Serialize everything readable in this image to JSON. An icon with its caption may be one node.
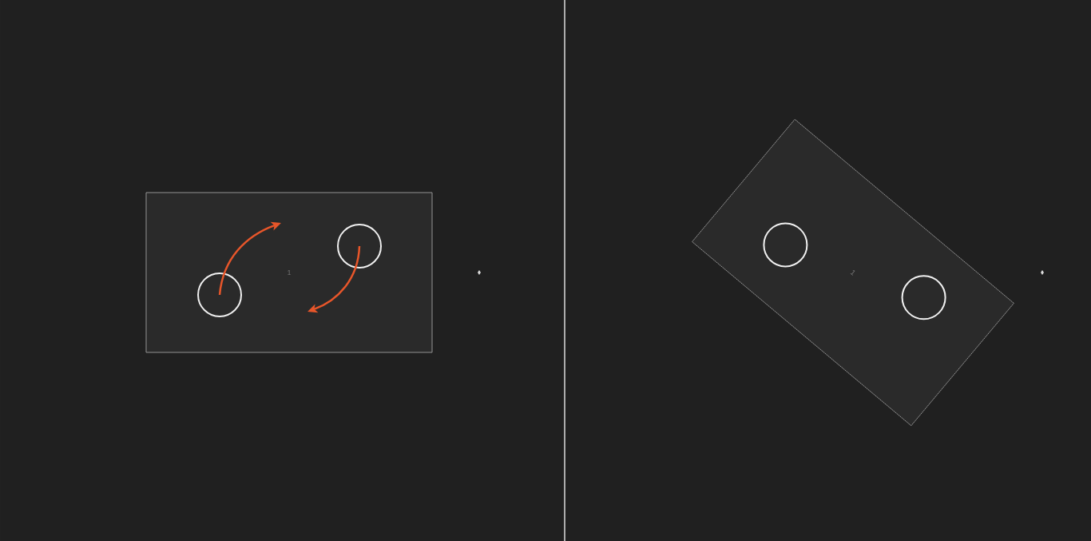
{
  "diagram": {
    "nodes": [
      {
        "text": [
          "1"
        ]
      },
      {
        "text": [],
        "shape": "circle",
        "in": 0
      },
      {
        "text": [],
        "shape": "circle",
        "in": 0
      },
      {
        "text": [
          "1"
        ]
      },
      {
        "text": [],
        "shape": "circle",
        "in": 3
      },
      {
        "text": [],
        "shape": "circle",
        "in": 3
      }
    ],
    "edges": [
      {
        "from": 1,
        "to": null,
        "arrow": "to",
        "color": "#e8562a"
      },
      {
        "from": 2,
        "to": null,
        "arrow": "to",
        "color": "#e8562a"
      }
    ]
  }
}
